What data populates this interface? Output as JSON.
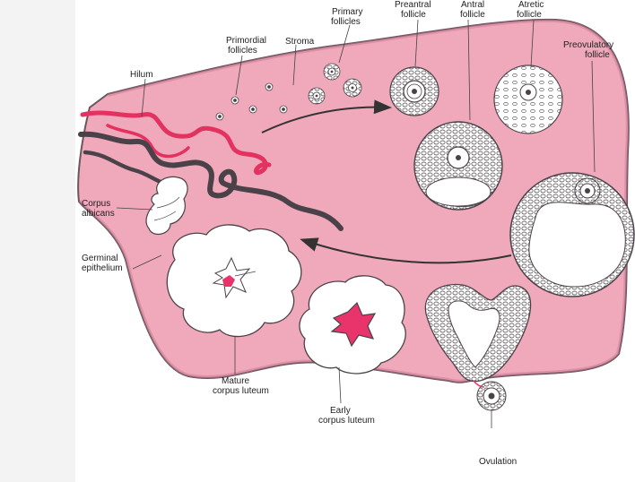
{
  "colors": {
    "tissue": "#f0a8bb",
    "tissue_edge": "#6b5660",
    "artery": "#e3325f",
    "vein": "#4a4248",
    "ink": "#333333",
    "highlight": "#e8336b"
  },
  "labels": {
    "hilum": "Hilum",
    "primordial_1": "Primordial",
    "primordial_2": "follicles",
    "stroma": "Stroma",
    "primary_1": "Primary",
    "primary_2": "follicles",
    "preantral_1": "Preantral",
    "preantral_2": "follicle",
    "antral_1": "Antral",
    "antral_2": "follicle",
    "atretic_1": "Atretic",
    "atretic_2": "follicle",
    "preovulatory_1": "Preovulatory",
    "preovulatory_2": "follicle",
    "albicans_1": "Corpus",
    "albicans_2": "albicans",
    "germinal_1": "Germinal",
    "germinal_2": "epithelium",
    "mature_1": "Mature",
    "mature_2": "corpus luteum",
    "early_1": "Early",
    "early_2": "corpus luteum",
    "ovulation": "Ovulation"
  },
  "sequence": [
    "primordial",
    "primary",
    "preantral",
    "antral",
    "preovulatory",
    "ovulation",
    "early_corpus_luteum",
    "mature_corpus_luteum",
    "corpus_albicans"
  ]
}
